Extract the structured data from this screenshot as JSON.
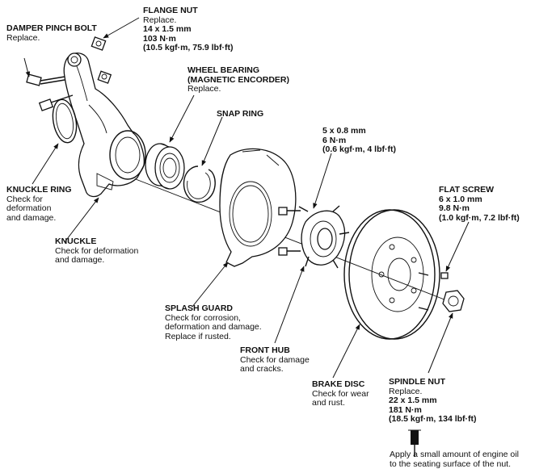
{
  "labels": {
    "flange_nut": {
      "title": "FLANGE NUT",
      "lines": [
        "Replace."
      ],
      "specs": [
        "14 x 1.5 mm",
        "103 N·m",
        "(10.5 kgf·m, 75.9 lbf·ft)"
      ]
    },
    "damper_pinch_bolt": {
      "title": "DAMPER PINCH BOLT",
      "lines": [
        "Replace."
      ]
    },
    "wheel_bearing": {
      "title": "WHEEL BEARING",
      "title2": "(MAGNETIC ENCORDER)",
      "lines": [
        "Replace."
      ]
    },
    "snap_ring": {
      "title": "SNAP RING"
    },
    "splash_bolt": {
      "specs": [
        "5 x 0.8 mm",
        "6 N·m",
        "(0.6 kgf·m, 4 lbf·ft)"
      ]
    },
    "flat_screw": {
      "title": "FLAT SCREW",
      "specs": [
        "6 x 1.0 mm",
        "9.8 N·m",
        "(1.0 kgf·m, 7.2 lbf·ft)"
      ]
    },
    "knuckle_ring": {
      "title": "KNUCKLE RING",
      "lines": [
        "Check for",
        "deformation",
        "and damage."
      ]
    },
    "knuckle": {
      "title": "KNUCKLE",
      "lines": [
        "Check for deformation",
        "and damage."
      ]
    },
    "splash_guard": {
      "title": "SPLASH GUARD",
      "lines": [
        "Check for corrosion,",
        "deformation and damage.",
        "Replace if rusted."
      ]
    },
    "front_hub": {
      "title": "FRONT HUB",
      "lines": [
        "Check for damage",
        "and cracks."
      ]
    },
    "brake_disc": {
      "title": "BRAKE DISC",
      "lines": [
        "Check for wear",
        "and rust."
      ]
    },
    "spindle_nut": {
      "title": "SPINDLE NUT",
      "lines": [
        "Replace."
      ],
      "specs": [
        "22 x 1.5 mm",
        "181 N·m",
        "(18.5 kgf·m, 134 lbf·ft)"
      ]
    },
    "oil_note": {
      "lines": [
        "Apply a small amount of engine oil",
        "to the seating surface of the nut."
      ]
    }
  },
  "icons": {
    "oil_symbol": "oil-can-icon"
  }
}
